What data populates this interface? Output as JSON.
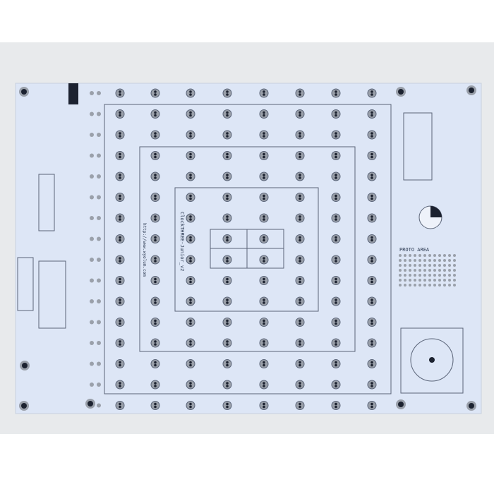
{
  "board": {
    "title_silk": "ClockTHREE-Junior_v2",
    "url_silk": "http://www.wyolum.com",
    "proto_label": "PROTO AREA",
    "colors": {
      "background": "#e8eaec",
      "board": "#dde6f6",
      "trace": "#5a6478",
      "pad": "#9aa0aa",
      "hole": "#1c2230"
    }
  }
}
